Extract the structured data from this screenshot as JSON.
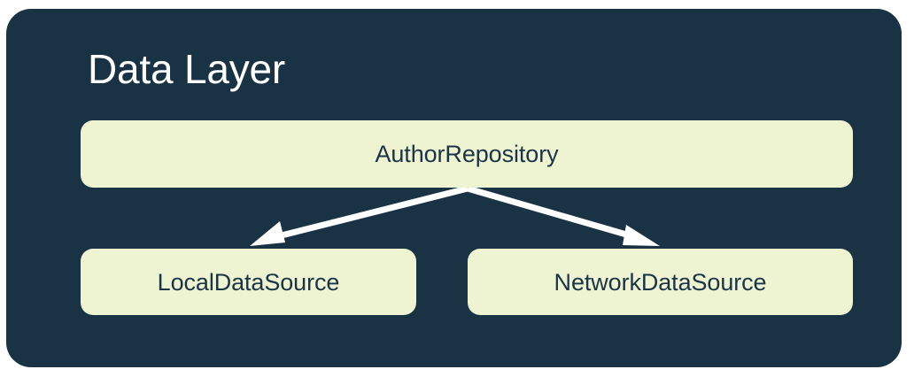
{
  "diagram": {
    "title": "Data Layer",
    "panel_color": "#193345",
    "node_fill_color": "#EEF3D2",
    "node_text_color": "#1B3446",
    "title_color": "#FFFFFF",
    "connector_color": "#FFFFFF",
    "nodes": [
      {
        "id": "repository",
        "label": "AuthorRepository"
      },
      {
        "id": "local",
        "label": "LocalDataSource"
      },
      {
        "id": "network",
        "label": "NetworkDataSource"
      }
    ],
    "connectors": [
      {
        "from": "repository",
        "to": "local",
        "style": "arrow"
      },
      {
        "from": "repository",
        "to": "network",
        "style": "arrow"
      }
    ]
  }
}
